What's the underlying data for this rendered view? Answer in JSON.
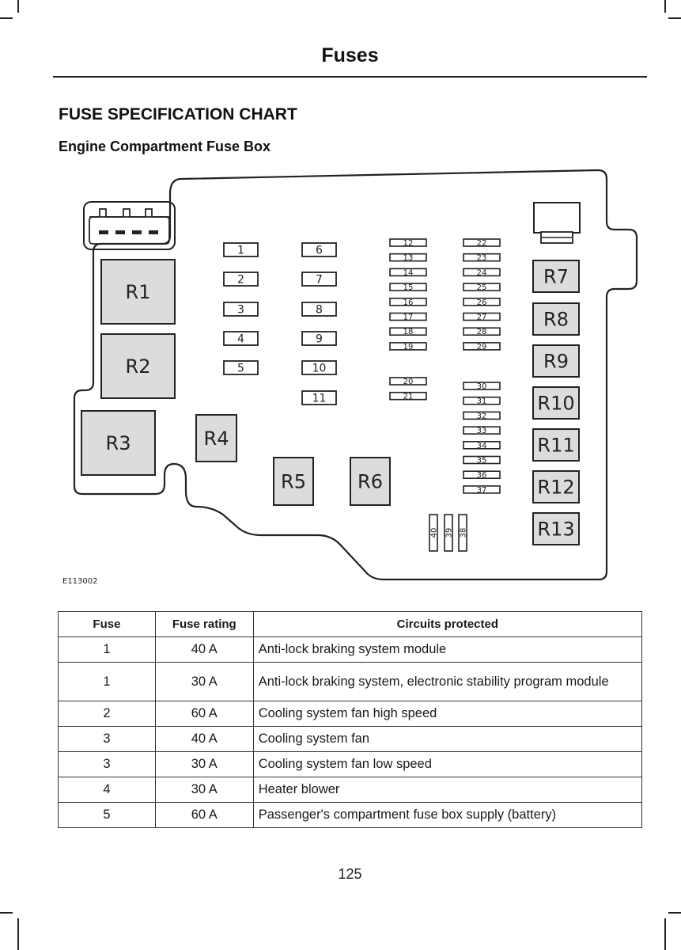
{
  "header": {
    "title": "Fuses"
  },
  "section": {
    "title": "FUSE SPECIFICATION CHART",
    "subtitle": "Engine Compartment Fuse Box"
  },
  "diagram": {
    "figure_id": "E113002",
    "relays": [
      "R1",
      "R2",
      "R3",
      "R4",
      "R5",
      "R6",
      "R7",
      "R8",
      "R9",
      "R10",
      "R11",
      "R12",
      "R13"
    ],
    "fuses_large_col1": [
      "1",
      "2",
      "3",
      "4",
      "5"
    ],
    "fuses_large_col2": [
      "6",
      "7",
      "8",
      "9",
      "10",
      "11"
    ],
    "fuses_mini_col3a": [
      "12",
      "13",
      "14",
      "15",
      "16",
      "17",
      "18",
      "19"
    ],
    "fuses_mini_col3b": [
      "20",
      "21"
    ],
    "fuses_mini_col4a": [
      "22",
      "23",
      "24",
      "25",
      "26",
      "27",
      "28",
      "29"
    ],
    "fuses_mini_col4b": [
      "30",
      "31",
      "32",
      "33",
      "34",
      "35",
      "36",
      "37"
    ],
    "fuses_vertical": [
      "40",
      "39",
      "38"
    ]
  },
  "table": {
    "headers": {
      "fuse": "Fuse",
      "rating": "Fuse rating",
      "circuits": "Circuits protected"
    },
    "rows": [
      {
        "fuse": "1",
        "rating": "40 A",
        "circuits": "Anti-lock braking system module"
      },
      {
        "fuse": "1",
        "rating": "30 A",
        "circuits": "Anti-lock braking system, electronic stability program module"
      },
      {
        "fuse": "2",
        "rating": "60 A",
        "circuits": "Cooling system fan high speed"
      },
      {
        "fuse": "3",
        "rating": "40 A",
        "circuits": "Cooling system fan"
      },
      {
        "fuse": "3",
        "rating": "30 A",
        "circuits": "Cooling system fan low speed"
      },
      {
        "fuse": "4",
        "rating": "30 A",
        "circuits": "Heater blower"
      },
      {
        "fuse": "5",
        "rating": "60 A",
        "circuits": "Passenger's compartment fuse box supply (battery)"
      }
    ]
  },
  "page_number": "125"
}
